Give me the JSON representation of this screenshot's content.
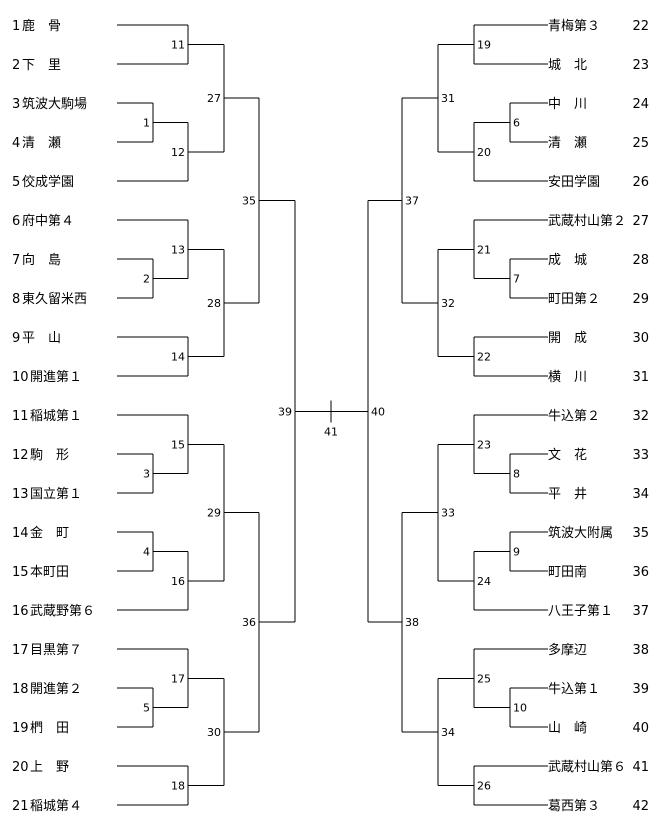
{
  "left_teams": [
    {
      "seed": "1",
      "name": "鹿　骨"
    },
    {
      "seed": "2",
      "name": "下　里"
    },
    {
      "seed": "3",
      "name": "筑波大駒場"
    },
    {
      "seed": "4",
      "name": "清　瀬"
    },
    {
      "seed": "5",
      "name": "佼成学園"
    },
    {
      "seed": "6",
      "name": "府中第４"
    },
    {
      "seed": "7",
      "name": "向　島"
    },
    {
      "seed": "8",
      "name": "東久留米西"
    },
    {
      "seed": "9",
      "name": "平　山"
    },
    {
      "seed": "10",
      "name": "開進第１"
    },
    {
      "seed": "11",
      "name": "稲城第１"
    },
    {
      "seed": "12",
      "name": "駒　形"
    },
    {
      "seed": "13",
      "name": "国立第１"
    },
    {
      "seed": "14",
      "name": "金　町"
    },
    {
      "seed": "15",
      "name": "本町田"
    },
    {
      "seed": "16",
      "name": "武蔵野第６"
    },
    {
      "seed": "17",
      "name": "目黒第７"
    },
    {
      "seed": "18",
      "name": "開進第２"
    },
    {
      "seed": "19",
      "name": "椚　田"
    },
    {
      "seed": "20",
      "name": "上　野"
    },
    {
      "seed": "21",
      "name": "稲城第４"
    }
  ],
  "right_teams": [
    {
      "seed": "22",
      "name": "青梅第３"
    },
    {
      "seed": "23",
      "name": "城　北"
    },
    {
      "seed": "24",
      "name": "中　川"
    },
    {
      "seed": "25",
      "name": "清　瀬"
    },
    {
      "seed": "26",
      "name": "安田学園"
    },
    {
      "seed": "27",
      "name": "武蔵村山第２"
    },
    {
      "seed": "28",
      "name": "成　城"
    },
    {
      "seed": "29",
      "name": "町田第２"
    },
    {
      "seed": "30",
      "name": "開　成"
    },
    {
      "seed": "31",
      "name": "横　川"
    },
    {
      "seed": "32",
      "name": "牛込第２"
    },
    {
      "seed": "33",
      "name": "文　花"
    },
    {
      "seed": "34",
      "name": "平　井"
    },
    {
      "seed": "35",
      "name": "筑波大附属"
    },
    {
      "seed": "36",
      "name": "町田南"
    },
    {
      "seed": "37",
      "name": "八王子第１"
    },
    {
      "seed": "38",
      "name": "多摩辺"
    },
    {
      "seed": "39",
      "name": "牛込第１"
    },
    {
      "seed": "40",
      "name": "山　崎"
    },
    {
      "seed": "41",
      "name": "武蔵村山第６"
    },
    {
      "seed": "42",
      "name": "葛西第３"
    }
  ],
  "left_matches": [
    {
      "no": "1",
      "a": "L3",
      "b": "L4",
      "level": 1
    },
    {
      "no": "2",
      "a": "L7",
      "b": "L8",
      "level": 1
    },
    {
      "no": "3",
      "a": "L12",
      "b": "L13",
      "level": 1
    },
    {
      "no": "4",
      "a": "L14",
      "b": "L15",
      "level": 1
    },
    {
      "no": "5",
      "a": "L18",
      "b": "L19",
      "level": 1
    },
    {
      "no": "11",
      "a": "L1",
      "b": "L2",
      "level": 2
    },
    {
      "no": "12",
      "a": "M1",
      "b": "L5",
      "level": 2
    },
    {
      "no": "13",
      "a": "L6",
      "b": "M2",
      "level": 2
    },
    {
      "no": "14",
      "a": "L9",
      "b": "L10",
      "level": 2
    },
    {
      "no": "15",
      "a": "L11",
      "b": "M3",
      "level": 2
    },
    {
      "no": "16",
      "a": "M4",
      "b": "L16",
      "level": 2
    },
    {
      "no": "17",
      "a": "L17",
      "b": "M5",
      "level": 2
    },
    {
      "no": "18",
      "a": "L20",
      "b": "L21",
      "level": 2
    },
    {
      "no": "27",
      "a": "M11",
      "b": "M12",
      "level": 3
    },
    {
      "no": "28",
      "a": "M13",
      "b": "M14",
      "level": 3
    },
    {
      "no": "29",
      "a": "M15",
      "b": "M16",
      "level": 3
    },
    {
      "no": "30",
      "a": "M17",
      "b": "M18",
      "level": 3
    },
    {
      "no": "35",
      "a": "M27",
      "b": "M28",
      "level": 4
    },
    {
      "no": "36",
      "a": "M29",
      "b": "M30",
      "level": 4
    },
    {
      "no": "39",
      "a": "M35",
      "b": "M36",
      "level": 5
    }
  ],
  "right_matches": [
    {
      "no": "6",
      "a": "R24",
      "b": "R25",
      "level": 1
    },
    {
      "no": "7",
      "a": "R28",
      "b": "R29",
      "level": 1
    },
    {
      "no": "8",
      "a": "R33",
      "b": "R34",
      "level": 1
    },
    {
      "no": "9",
      "a": "R35",
      "b": "R36",
      "level": 1
    },
    {
      "no": "10",
      "a": "R39",
      "b": "R40",
      "level": 1
    },
    {
      "no": "19",
      "a": "R22",
      "b": "R23",
      "level": 2
    },
    {
      "no": "20",
      "a": "M6",
      "b": "R26",
      "level": 2
    },
    {
      "no": "21",
      "a": "R27",
      "b": "M7",
      "level": 2
    },
    {
      "no": "22",
      "a": "R30",
      "b": "R31",
      "level": 2
    },
    {
      "no": "23",
      "a": "R32",
      "b": "M8",
      "level": 2
    },
    {
      "no": "24",
      "a": "M9",
      "b": "R37",
      "level": 2
    },
    {
      "no": "25",
      "a": "R38",
      "b": "M10",
      "level": 2
    },
    {
      "no": "26",
      "a": "R41",
      "b": "R42",
      "level": 2
    },
    {
      "no": "31",
      "a": "M19",
      "b": "M20",
      "level": 3
    },
    {
      "no": "32",
      "a": "M21",
      "b": "M22",
      "level": 3
    },
    {
      "no": "33",
      "a": "M23",
      "b": "M24",
      "level": 3
    },
    {
      "no": "34",
      "a": "M25",
      "b": "M26",
      "level": 3
    },
    {
      "no": "37",
      "a": "M31",
      "b": "M32",
      "level": 4
    },
    {
      "no": "38",
      "a": "M33",
      "b": "M34",
      "level": 4
    },
    {
      "no": "40",
      "a": "M37",
      "b": "M38",
      "level": 5
    }
  ],
  "final": {
    "no": "41"
  }
}
